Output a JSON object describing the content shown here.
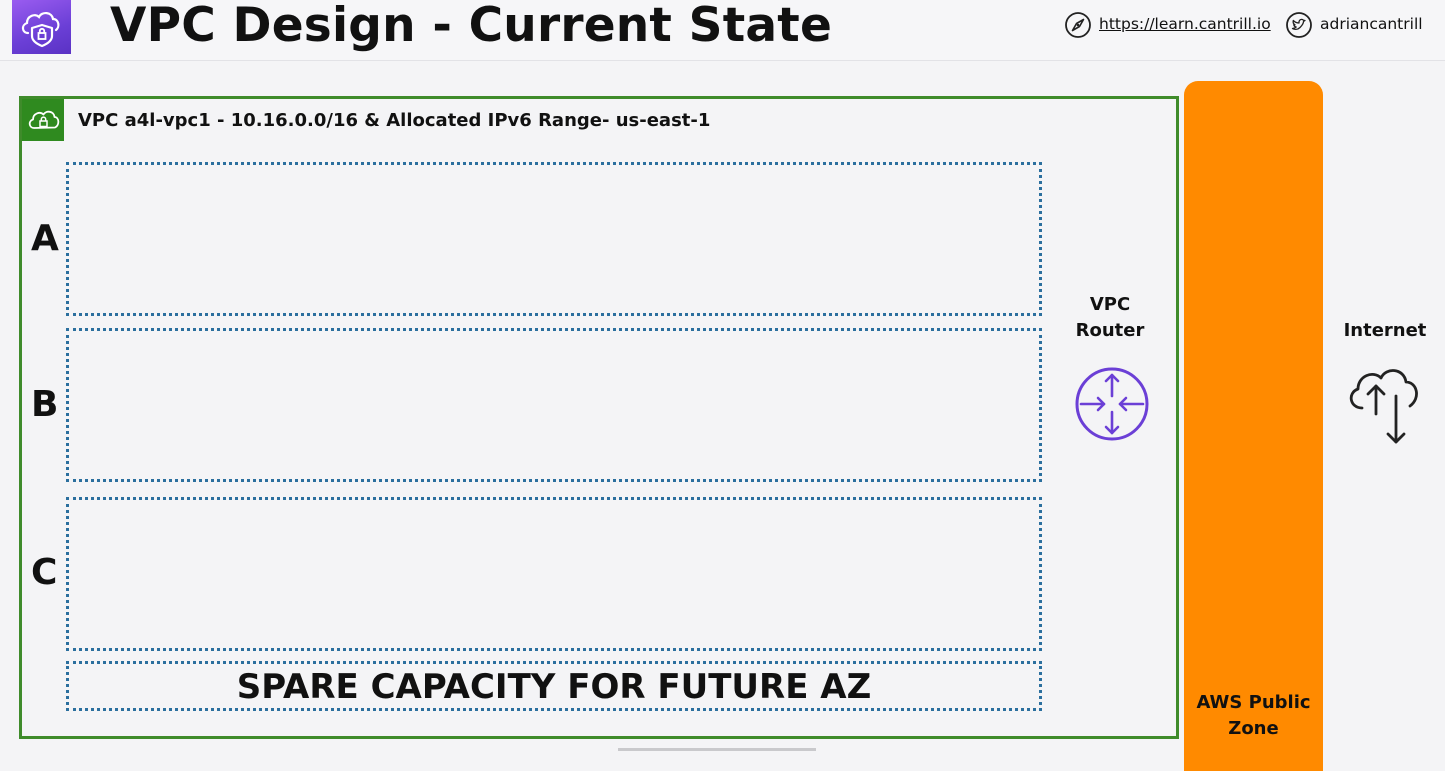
{
  "header": {
    "title": "VPC Design - Current State",
    "url": "https://learn.cantrill.io",
    "twitter": "adriancantrill"
  },
  "vpc": {
    "label": "VPC a4l-vpc1 - 10.16.0.0/16 & Allocated IPv6 Range- us-east-1",
    "availability_zones": [
      "A",
      "B",
      "C"
    ],
    "spare_capacity_label": "SPARE CAPACITY FOR FUTURE AZ"
  },
  "router": {
    "label": "VPC Router"
  },
  "public_zone": {
    "label": "AWS Public Zone"
  },
  "internet": {
    "label": "Internet"
  },
  "colors": {
    "vpc_border": "#3f8b2b",
    "subnet_border": "#2b6f9e",
    "public_zone": "#ff8a00",
    "router_icon": "#6b3fd6",
    "logo_purple": "#7b4ae6"
  },
  "icons": {
    "logo": "vpc-cloud-shield-icon",
    "url": "compass-icon",
    "twitter": "twitter-bird-icon",
    "vpc_badge": "cloud-lock-icon",
    "router": "router-arrows-icon",
    "internet": "cloud-upload-download-icon"
  }
}
